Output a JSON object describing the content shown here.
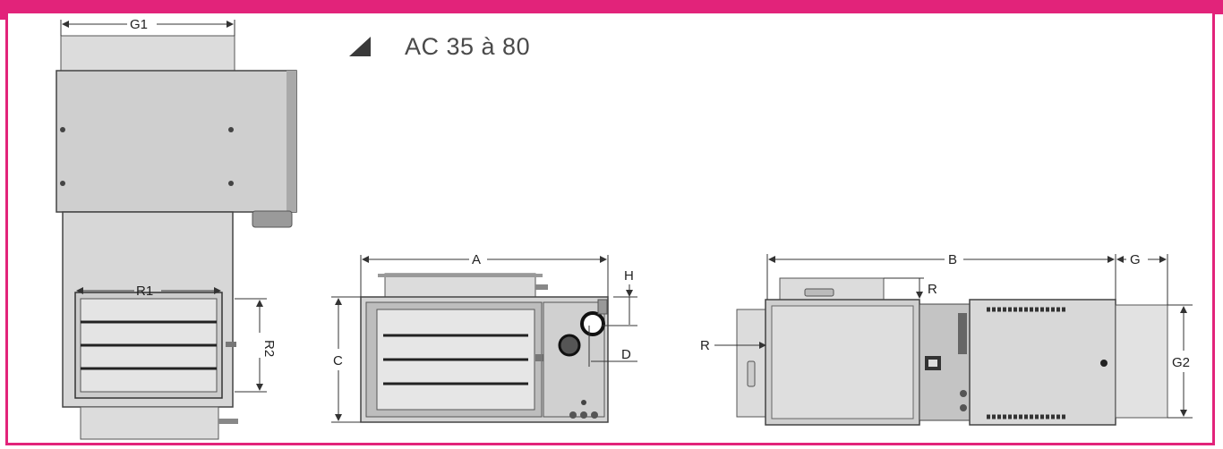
{
  "header": {
    "heading": "AC 35 à 80"
  },
  "dimensions": {
    "g1": "G1",
    "r1": "R1",
    "r2": "R2",
    "a": "A",
    "h": "H",
    "c": "C",
    "d": "D",
    "b": "B",
    "g": "G",
    "r_top": "R",
    "r_left": "R",
    "g2": "G2"
  },
  "colors": {
    "accent": "#e2237a",
    "casing": "#d8d8d8",
    "casing_dark": "#b9b9b9",
    "line": "#333333"
  }
}
